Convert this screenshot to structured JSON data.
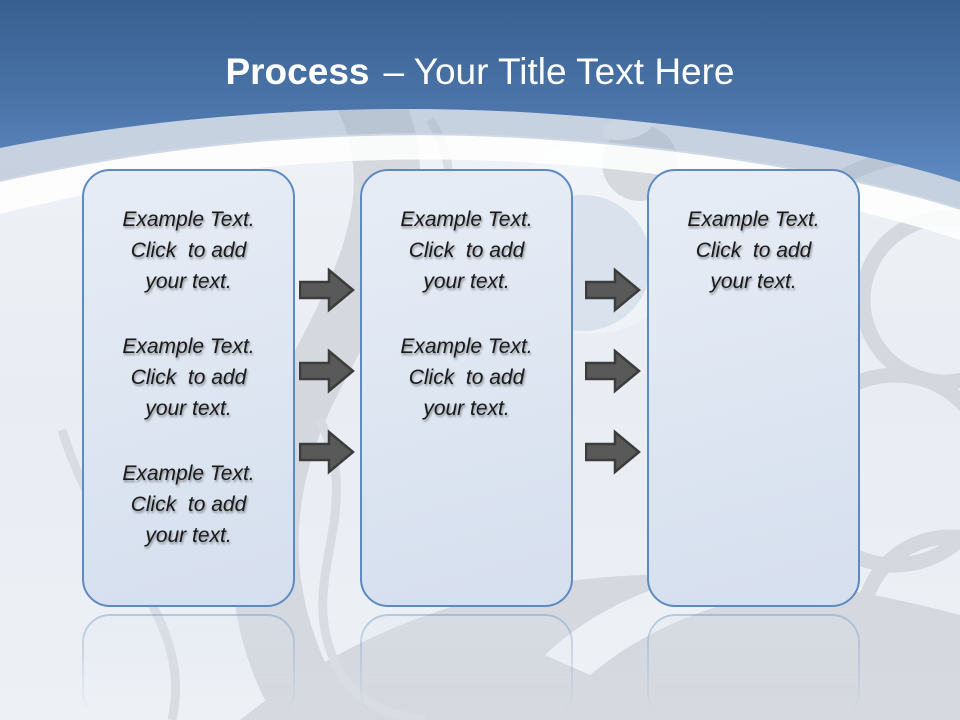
{
  "title": {
    "emphasis": "Process",
    "rest": "– Your Title Text Here"
  },
  "boxes": [
    {
      "paragraphs": [
        "Example Text.\nClick  to add\nyour text.",
        "Example Text.\nClick  to add\nyour text.",
        "Example Text.\nClick  to add\nyour text."
      ]
    },
    {
      "paragraphs": [
        "Example Text.\nClick  to add\nyour text.",
        "Example Text.\nClick  to add\nyour text."
      ]
    },
    {
      "paragraphs": [
        "Example Text.\nClick  to add\nyour text."
      ]
    }
  ],
  "arrows": {
    "columns": 2,
    "per_column": 3,
    "direction": "right"
  },
  "colors": {
    "header_top": "#3a6191",
    "header_bottom": "#5d89c1",
    "box_fill": "#dde6f2",
    "box_border": "#5d8bc1",
    "arrow_fill": "#595959",
    "arrow_outline": "#3c3c3c",
    "title_text": "#ffffff",
    "body_text": "#191919",
    "watermark_gray": "#c4c8ce"
  }
}
